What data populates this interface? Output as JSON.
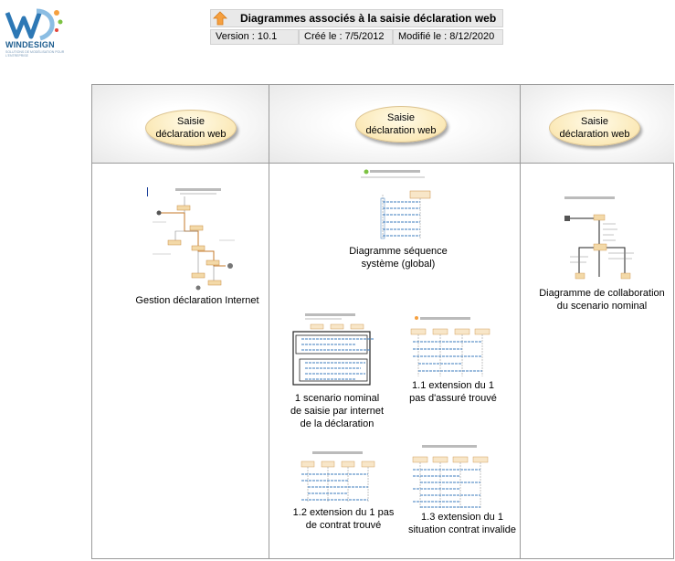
{
  "logo": {
    "brand_win": "WIN",
    "brand_design": "DESIGN",
    "tagline": "SOLUTIONS DE MODÉLISATION POUR L'ENTREPRISE"
  },
  "header": {
    "title": "Diagrammes associés à la saisie déclaration web",
    "version": "Version : 10.1",
    "created": "Créé le : 7/5/2012",
    "modified": "Modifié le : 8/12/2020"
  },
  "columns": [
    {
      "header": "Saisie\ndéclaration web",
      "diagrams": [
        {
          "caption": "Gestion déclaration Internet",
          "icon": "diagram-link-icon"
        }
      ]
    },
    {
      "header": "Saisie\ndéclaration web",
      "diagrams": [
        {
          "caption": "Diagramme séquence\nsystème (global)",
          "icon": "diagram-link-icon"
        },
        {
          "caption": "1 scenario  nominal\nde saisie par internet\nde la déclaration",
          "icon": "diagram-link-icon"
        },
        {
          "caption": "1.1 extension du 1\npas d'assuré trouvé",
          "icon": "diagram-link-icon"
        },
        {
          "caption": "1.2 extension du 1 pas\nde contrat trouvé",
          "icon": "diagram-link-icon"
        },
        {
          "caption": "1.3 extension du 1\nsituation contrat invalide",
          "icon": "diagram-link-icon"
        }
      ]
    },
    {
      "header": "Saisie\ndéclaration web",
      "diagrams": [
        {
          "caption": "Diagramme de collaboration\ndu scenario nominal",
          "icon": "diagram-link-icon"
        }
      ]
    }
  ],
  "colors": {
    "header_bg": "#e9e9e9",
    "ellipse_fill": "#fbe9b8",
    "accent_orange": "#f5a040",
    "seq_blue": "#3b7bbd"
  }
}
